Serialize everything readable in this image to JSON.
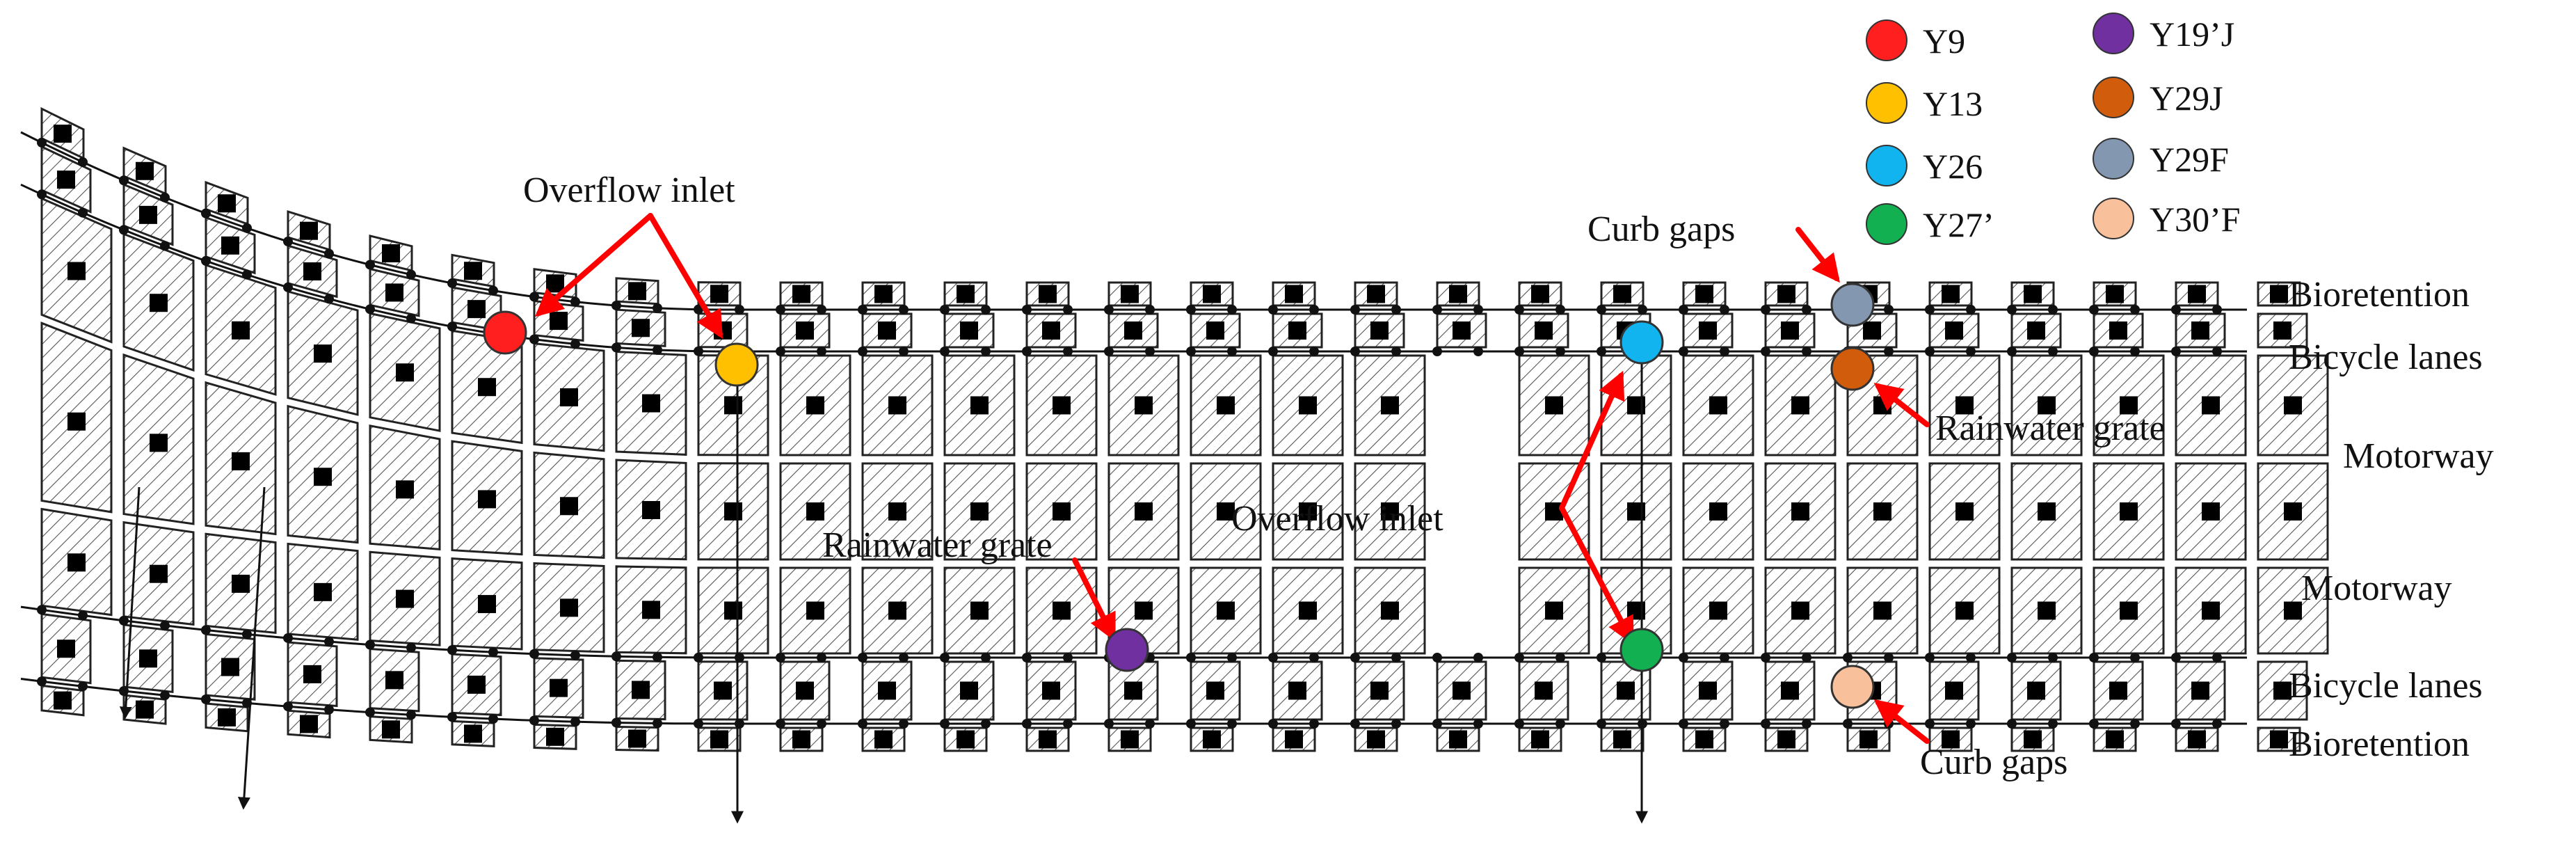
{
  "legend": [
    {
      "label": "Y9",
      "color": "#ff1f1f"
    },
    {
      "label": "Y13",
      "color": "#ffc000"
    },
    {
      "label": "Y26",
      "color": "#11b4ef"
    },
    {
      "label": "Y27’",
      "color": "#12b050"
    },
    {
      "label": "Y19’J",
      "color": "#7030a0"
    },
    {
      "label": "Y29J",
      "color": "#d05c0c"
    },
    {
      "label": "Y29F",
      "color": "#8497b0"
    },
    {
      "label": "Y30’F",
      "color": "#f8c09b"
    }
  ],
  "zones": {
    "top_bioretention": "Bioretention",
    "top_bicycle": "Bicycle lanes",
    "motorway_north": "Motorway",
    "motorway_south": "Motorway",
    "bottom_bicycle": "Bicycle lanes",
    "bottom_bioretention": "Bioretention"
  },
  "annotations": {
    "overflow_inlet_left": "Overflow inlet",
    "overflow_inlet_center": "Overflow inlet",
    "rainwater_grate_left": "Rainwater grate",
    "rainwater_grate_right": "Rainwater grate",
    "curb_gaps_top": "Curb gaps",
    "curb_gaps_bottom": "Curb gaps"
  },
  "nodes": [
    {
      "id": "Y9",
      "color": "#ff1f1f"
    },
    {
      "id": "Y13",
      "color": "#ffc000"
    },
    {
      "id": "Y26",
      "color": "#11b4ef"
    },
    {
      "id": "Y27’",
      "color": "#12b050"
    },
    {
      "id": "Y19’J",
      "color": "#7030a0"
    },
    {
      "id": "Y29J",
      "color": "#d05c0c"
    },
    {
      "id": "Y29F",
      "color": "#8497b0"
    },
    {
      "id": "Y30’F",
      "color": "#f8c09b"
    }
  ],
  "colors": {
    "arrow": "#ff0000",
    "line": "#111111",
    "hatch": "#555555"
  }
}
